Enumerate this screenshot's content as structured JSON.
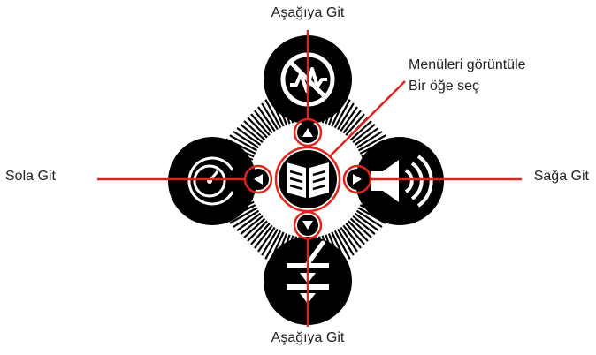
{
  "labels": {
    "up": "Aşağıya Git",
    "down": "Aşağıya Git",
    "left": "Sola Git",
    "right": "Sağa Git",
    "menu_line1": "Menüleri görüntüle",
    "menu_line2": "Bir öğe seç"
  },
  "icons": {
    "top": "discrimination-off-icon",
    "left": "target-id-icon",
    "right": "volume-icon",
    "bottom": "pinpoint-icon",
    "center": "menu-book-icon",
    "up_arrow": "arrow-up-icon",
    "down_arrow": "arrow-down-icon",
    "left_arrow": "arrow-left-icon",
    "right_arrow": "arrow-right-icon"
  },
  "colors": {
    "icon": "#000000",
    "callout": "#e2231a",
    "text": "#222222",
    "background": "#ffffff"
  }
}
